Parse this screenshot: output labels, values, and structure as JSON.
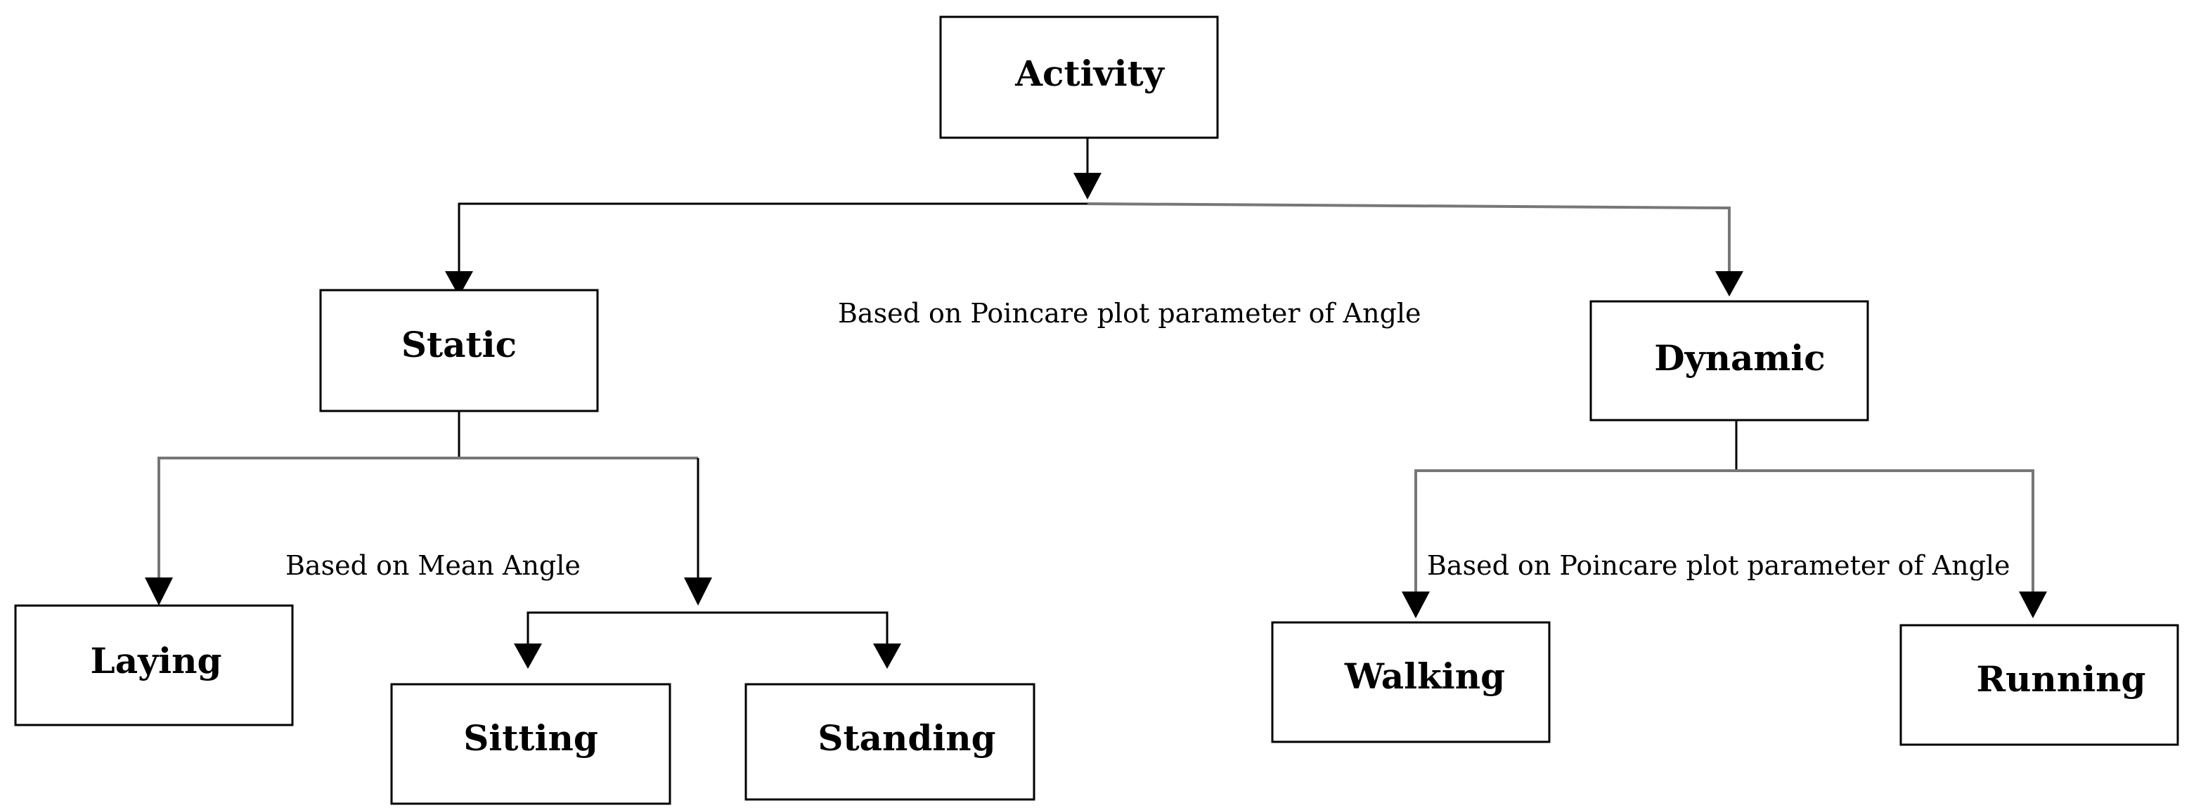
{
  "nodes": {
    "activity": "Activity",
    "static": "Static",
    "dynamic": "Dynamic",
    "laying": "Laying",
    "sitting": "Sitting",
    "standing": "Standing",
    "walking": "Walking",
    "running": "Running"
  },
  "edge_labels": {
    "activity_split": "Based on Poincare plot parameter of Angle",
    "static_split": "Based on Mean Angle",
    "dynamic_split": "Based on Poincare plot parameter of Angle"
  }
}
